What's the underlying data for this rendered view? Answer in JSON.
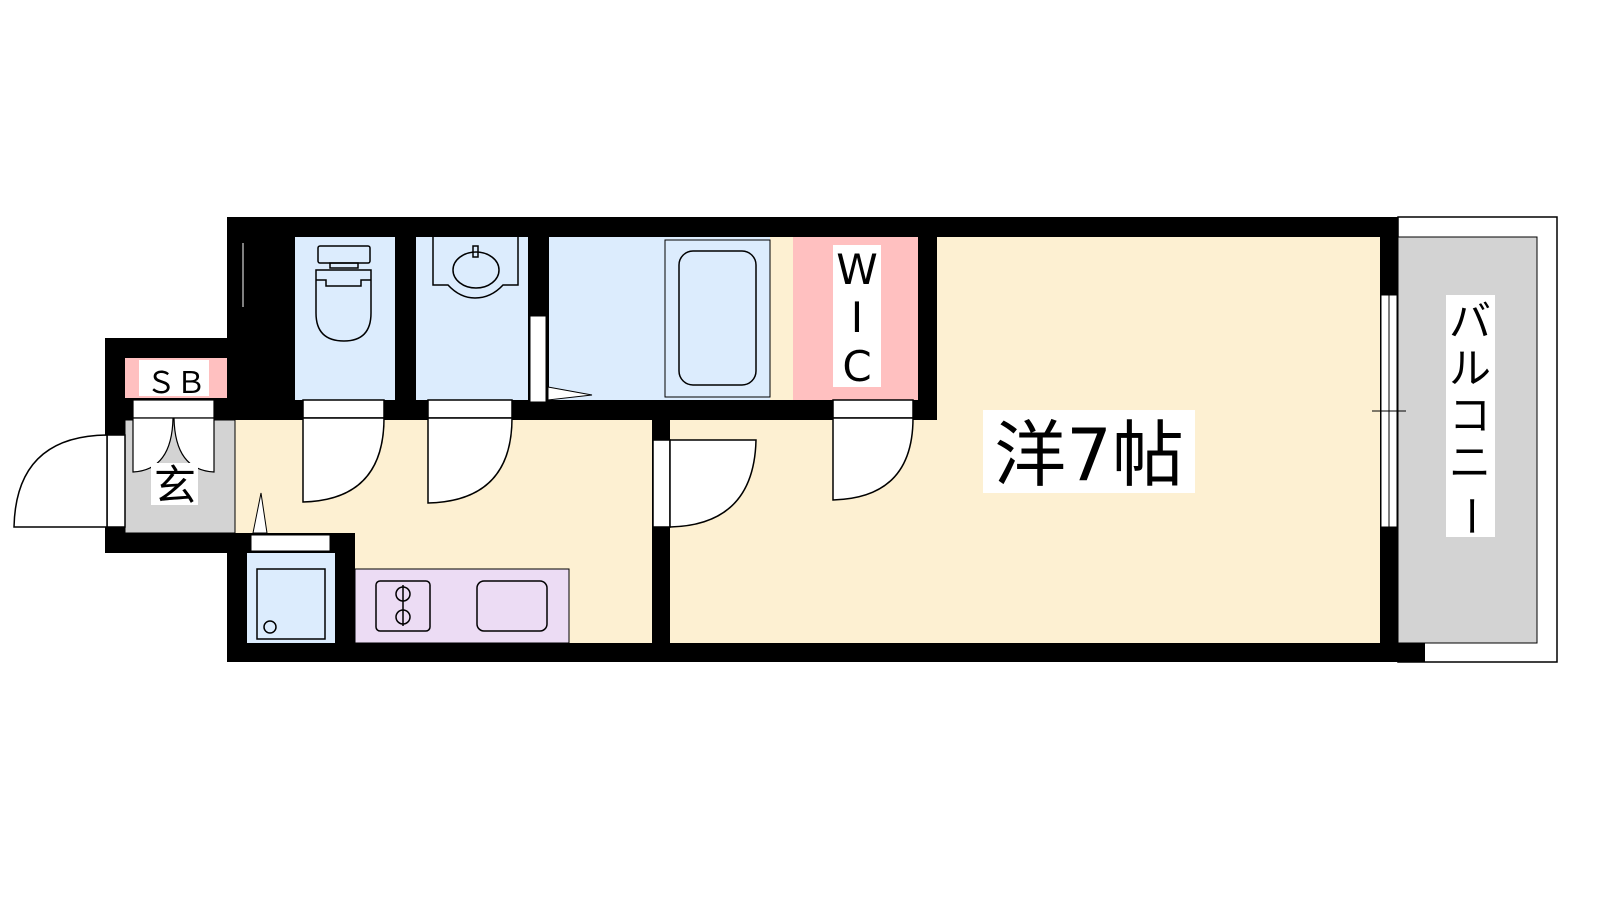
{
  "floorplan": {
    "rooms": {
      "western_room": "洋7帖",
      "balcony": [
        "バ",
        "ル",
        "コ",
        "ニ",
        "ー"
      ],
      "wic": [
        "W",
        "I",
        "C"
      ],
      "entrance": "玄",
      "shoe_box": "ＳＢ"
    },
    "colors": {
      "wall": "#000000",
      "room": "#fdf0d2",
      "wet_area": "#dcecfd",
      "closet": "#ffc0c0",
      "kitchen": "#ecdcf4",
      "entrance_floor": "#d3d3d3",
      "balcony": "#d3d3d3"
    }
  }
}
